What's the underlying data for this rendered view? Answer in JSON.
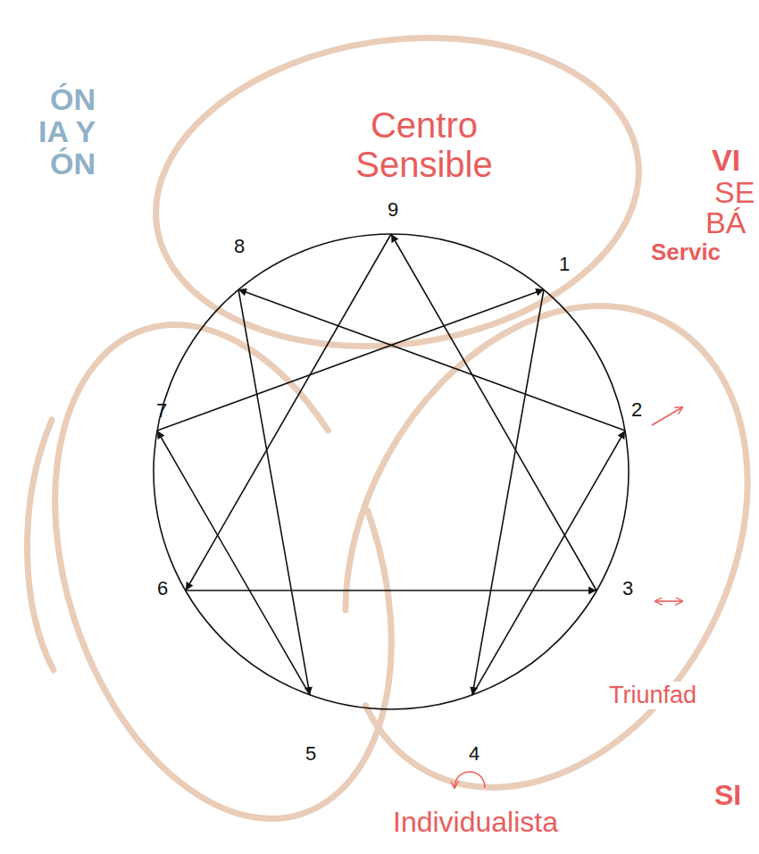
{
  "diagram": {
    "labels": [
      "ÓN",
      "IA Y",
      "ÓN",
      "Centro Sensible",
      "VI",
      "SE",
      "BÁ",
      "9",
      "8",
      "1",
      "7",
      "2",
      "Servic",
      "6",
      "3",
      "Triunfad",
      "5",
      "4",
      "SI",
      "Individualista"
    ]
  }
}
